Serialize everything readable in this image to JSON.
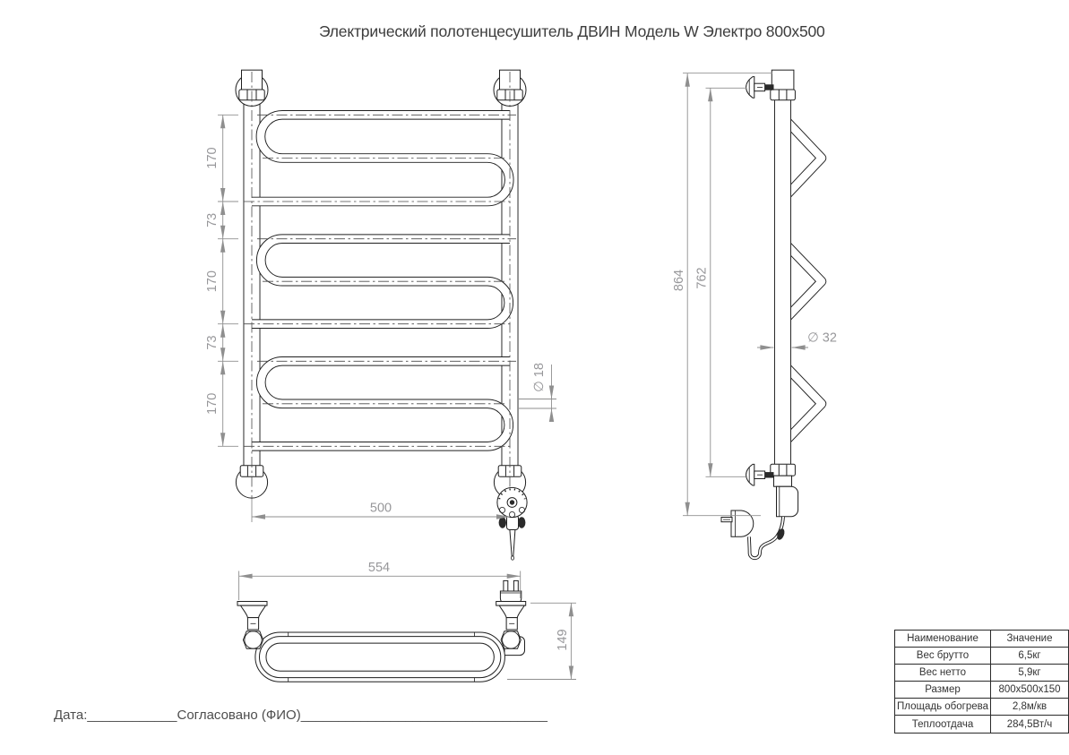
{
  "title": "Электрический полотенцесушитель ДВИН Модель W Электро 800x500",
  "front_view": {
    "dim_loop1": "170",
    "dim_gap1": "73",
    "dim_loop2": "170",
    "dim_gap2": "73",
    "dim_loop3": "170",
    "dim_width": "500",
    "dim_tube_diameter": "∅ 18"
  },
  "side_view": {
    "dim_total_height": "864",
    "dim_mount_height": "762",
    "dim_post_diameter": "∅ 32"
  },
  "top_view": {
    "dim_width": "554",
    "dim_depth": "149"
  },
  "spec_table": {
    "header": {
      "name": "Наименование",
      "value": "Значение"
    },
    "rows": [
      {
        "name": "Вес брутто",
        "value": "6,5кг"
      },
      {
        "name": "Вес нетто",
        "value": "5,9кг"
      },
      {
        "name": "Размер",
        "value": "800x500x150"
      },
      {
        "name": "Площадь обогрева",
        "value": "2,8м/кв"
      },
      {
        "name": "Теплоотдача",
        "value": "284,5Вт/ч"
      }
    ]
  },
  "footer": {
    "date_label": "Дата:",
    "date_blank": "____________",
    "approved_label": "Согласовано (ФИО)",
    "approved_blank": "_________________________________"
  }
}
